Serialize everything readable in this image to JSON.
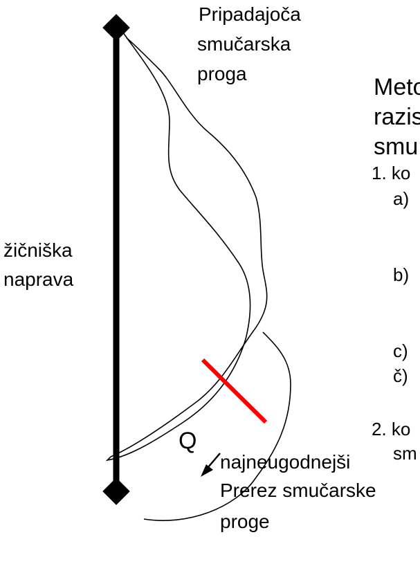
{
  "labels": {
    "track_title": [
      "Pripadajoča",
      "smučarska",
      "proga"
    ],
    "lift": [
      "žičniška",
      "naprava"
    ],
    "flow": "Q",
    "cross_section": [
      "najneugodnejši",
      "Prerez smučarske",
      "proge"
    ]
  },
  "right_panel": {
    "heading": [
      "Meto",
      "razis",
      "smu"
    ],
    "items": [
      "1. ko",
      "a)",
      "b)",
      "c)",
      "č)",
      "2. ko",
      "sm"
    ]
  },
  "colors": {
    "line": "#000000",
    "cross_section": "#ff0000",
    "background": "#ffffff"
  }
}
